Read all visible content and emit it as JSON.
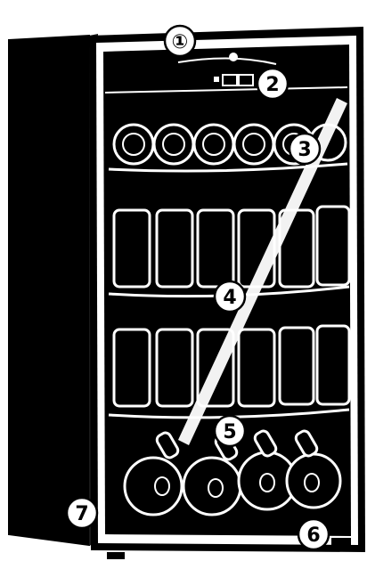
{
  "diagram": {
    "callouts": [
      {
        "id": "1",
        "label": "①"
      },
      {
        "id": "2",
        "label": "2"
      },
      {
        "id": "3",
        "label": "3"
      },
      {
        "id": "4",
        "label": "4"
      },
      {
        "id": "5",
        "label": "5"
      },
      {
        "id": "6",
        "label": "6"
      },
      {
        "id": "7",
        "label": "7"
      }
    ],
    "colors": {
      "cabinet": "#000000",
      "glass": "#0c0c0c",
      "frame": "#ffffff",
      "line": "#000000",
      "background": "#ffffff"
    },
    "icons": [
      "door-handle-icon",
      "control-panel-icon",
      "bottle-icon",
      "can-icon",
      "shelf-icon",
      "foot-icon"
    ]
  }
}
